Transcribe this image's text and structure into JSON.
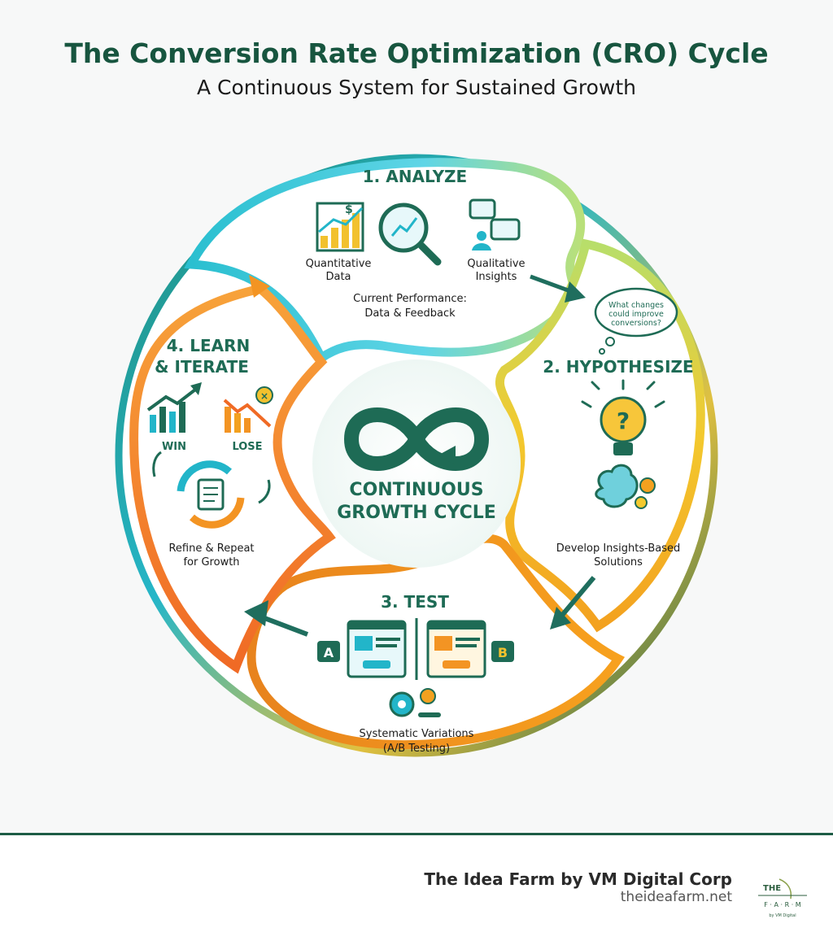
{
  "header": {
    "title": "The Conversion Rate Optimization (CRO) Cycle",
    "subtitle": "A Continuous System for Sustained Growth"
  },
  "center": {
    "line1": "CONTINUOUS",
    "line2": "GROWTH CYCLE",
    "icon": "infinity-loop-icon"
  },
  "stages": {
    "analyze": {
      "title": "1. ANALYZE",
      "quant_label_1": "Quantitative",
      "quant_label_2": "Data",
      "qual_label_1": "Qualitative",
      "qual_label_2": "Insights",
      "caption_1": "Current Performance:",
      "caption_2": "Data & Feedback",
      "icons": [
        "bar-chart-dollar-icon",
        "magnifier-trend-icon",
        "chat-people-icon"
      ]
    },
    "hypothesize": {
      "title": "2. HYPOTHESIZE",
      "thought_1": "What changes",
      "thought_2": "could improve",
      "thought_3": "conversions?",
      "caption_1": "Develop Insights-Based",
      "caption_2": "Solutions",
      "icons": [
        "lightbulb-question-icon",
        "brain-gears-icon",
        "thought-bubble-icon"
      ]
    },
    "test": {
      "title": "3. TEST",
      "variant_a": "A",
      "variant_b": "B",
      "caption_1": "Systematic Variations",
      "caption_2": "(A/B Testing)",
      "icons": [
        "webpage-variant-a-icon",
        "webpage-variant-b-icon",
        "gears-icon"
      ]
    },
    "learn": {
      "title_1": "4. LEARN",
      "title_2": "& ITERATE",
      "win": "WIN",
      "lose": "LOSE",
      "caption_1": "Refine & Repeat",
      "caption_2": "for Growth",
      "icons": [
        "win-chart-icon",
        "lose-chart-icon",
        "refresh-document-icon"
      ]
    }
  },
  "footer": {
    "brand": "The Idea Farm by VM Digital Corp",
    "url": "theideafarm.net",
    "logo_line1": "THE",
    "logo_line2": "F · A · R · M",
    "logo_line3": "by VM Digital"
  },
  "colors": {
    "green": "#17553f",
    "teal": "#22b5c9",
    "yellow": "#f2c12e",
    "orange": "#f39423",
    "dark_teal": "#1f6e5e"
  }
}
